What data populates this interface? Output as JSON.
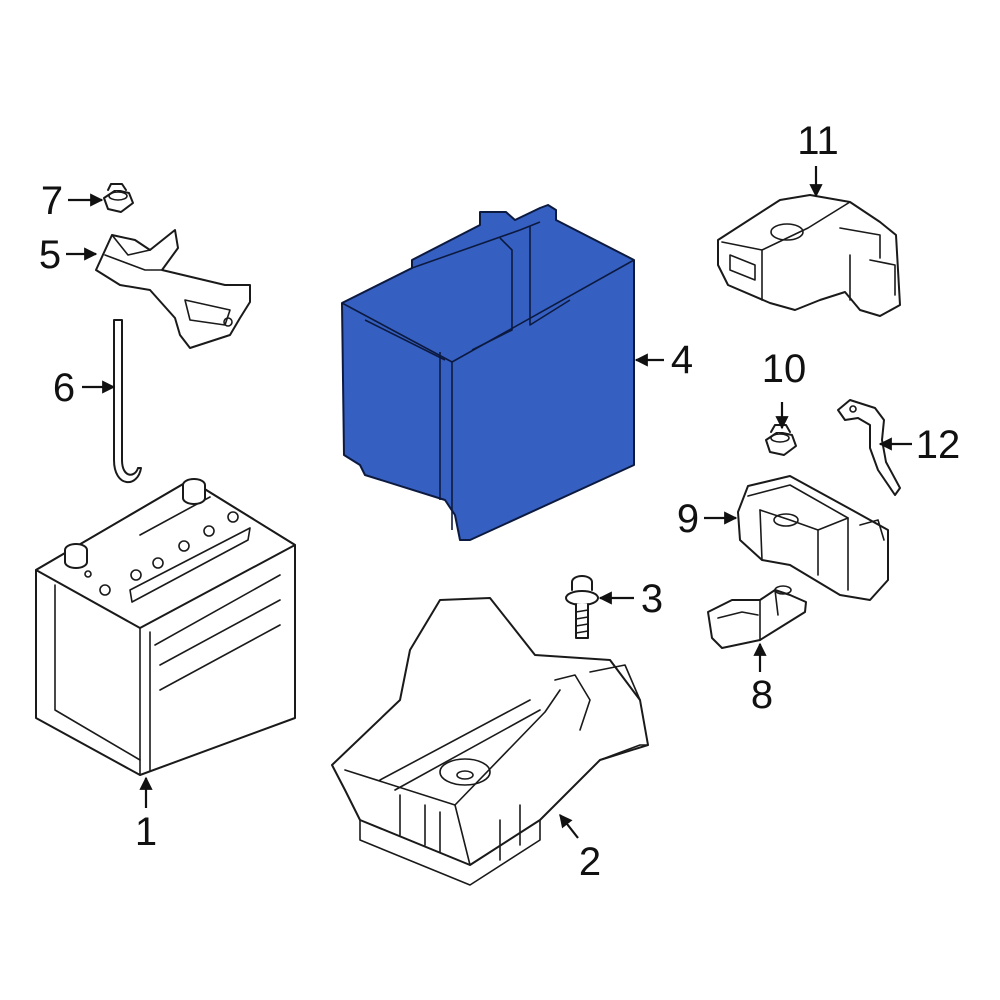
{
  "diagram": {
    "highlight_color": "#3560c2",
    "line_color": "#1a1a1a",
    "background": "#ffffff",
    "callouts": {
      "battery": "1",
      "tray": "2",
      "bolt": "3",
      "insulator": "4",
      "hold_down": "5",
      "rod": "6",
      "nut_top": "7",
      "sensor": "8",
      "fuse_box": "9",
      "nut_right": "10",
      "cover": "11",
      "cable": "12"
    }
  }
}
